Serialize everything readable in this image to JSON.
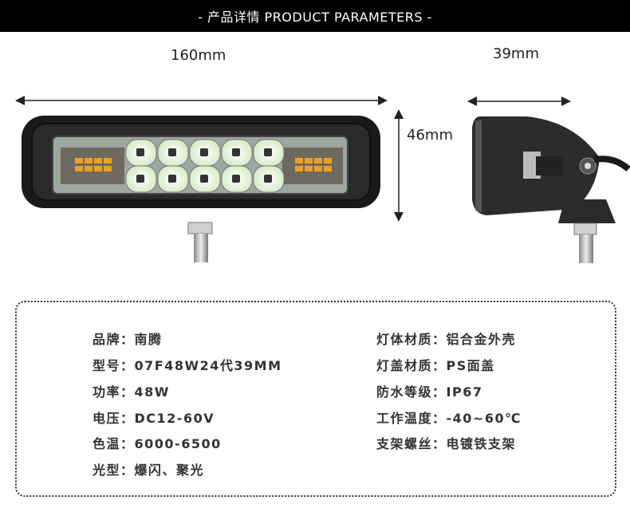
{
  "header": {
    "title": "- 产品详情  PRODUCT PARAMETERS -"
  },
  "dimensions": {
    "width_label": "160mm",
    "height_label": "46mm",
    "depth_label": "39mm"
  },
  "specs": {
    "left": [
      {
        "label": "品牌：",
        "value": "南腾"
      },
      {
        "label": "型号：",
        "value": "07F48W24代39MM"
      },
      {
        "label": "功率：",
        "value": "48W"
      },
      {
        "label": "电压：",
        "value": "DC12-60V"
      },
      {
        "label": "色温：",
        "value": "6000-6500"
      },
      {
        "label": "光型：",
        "value": "爆闪、聚光"
      }
    ],
    "right": [
      {
        "label": "灯体材质：",
        "value": "铝合金外壳"
      },
      {
        "label": "灯盖材质：",
        "value": "PS面盖"
      },
      {
        "label": "防水等级：",
        "value": "IP67"
      },
      {
        "label": "工作温度：",
        "value": "-40~60℃"
      },
      {
        "label": "支架螺丝：",
        "value": "电镀铁支架"
      }
    ]
  },
  "colors": {
    "header_bg": "#000000",
    "led_white": "#e8f5e0",
    "led_amber": "#f0a020"
  }
}
